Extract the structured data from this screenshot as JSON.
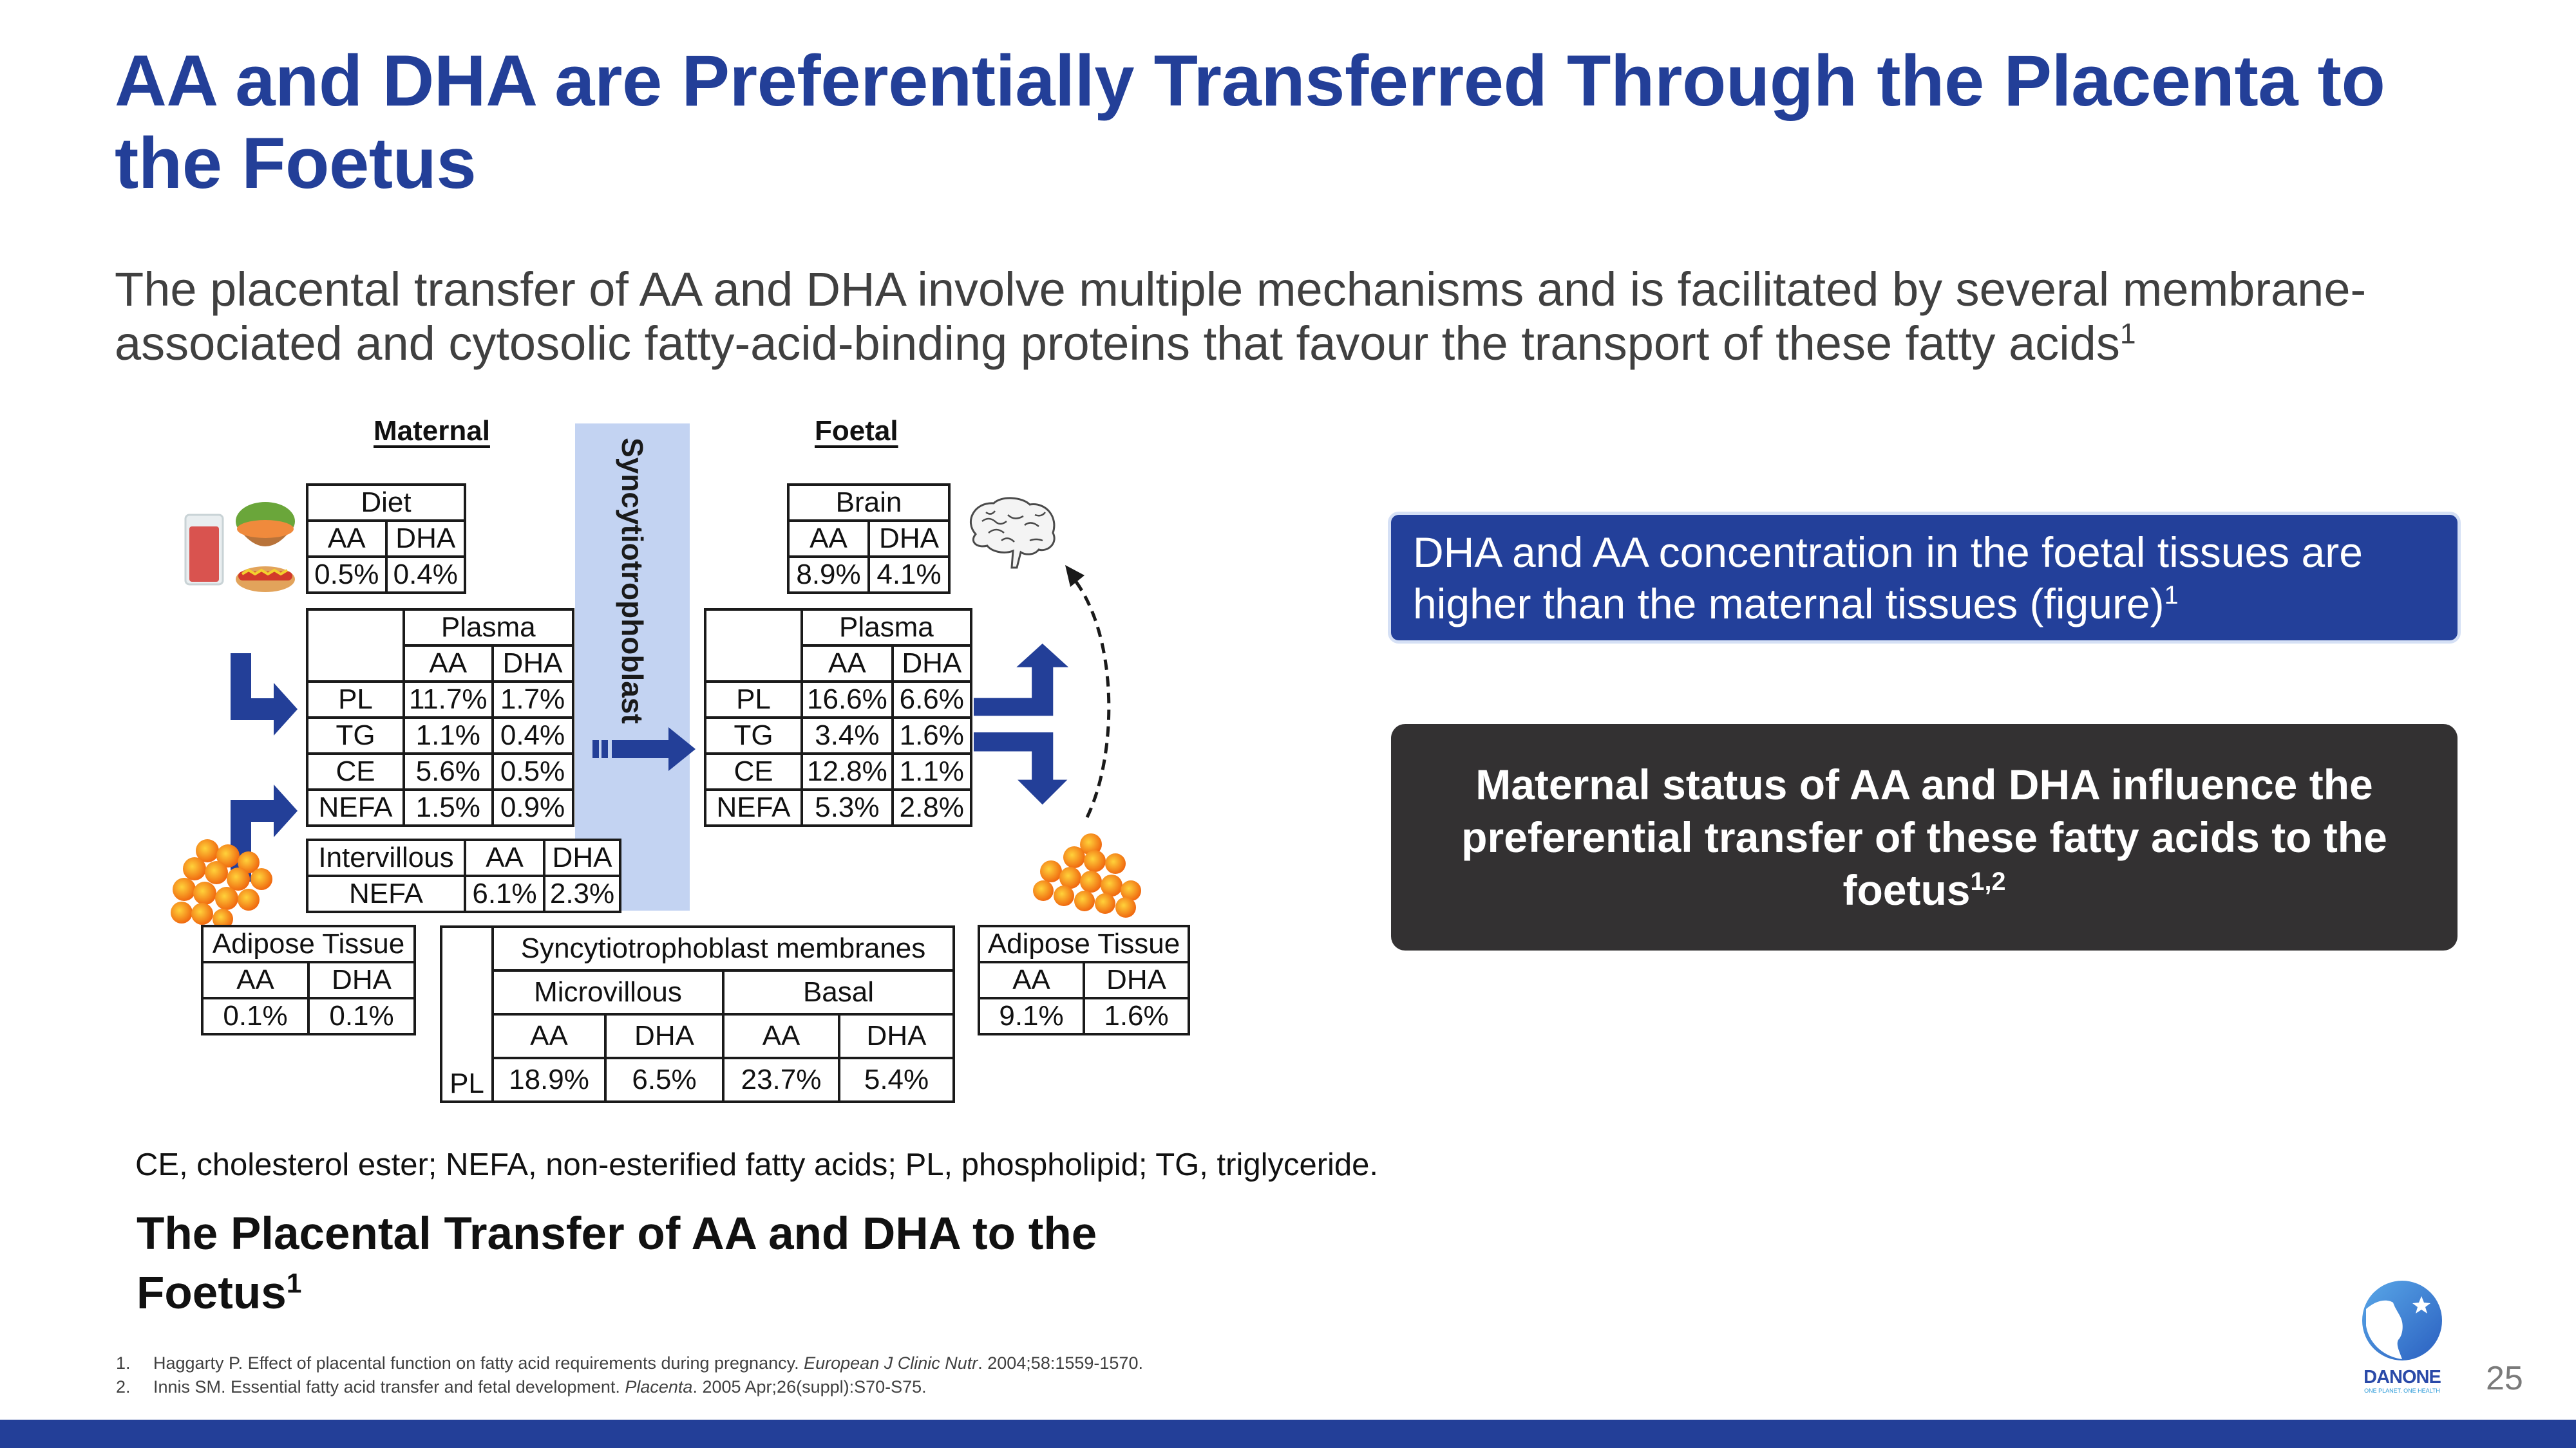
{
  "title": "AA and DHA are Preferentially Transferred Through the Placenta to the Foetus",
  "subtitle": {
    "text": "The placental transfer of AA and DHA involve multiple mechanisms and is facilitated by several membrane-associated and cytosolic fatty-acid-binding proteins that favour the transport of these fatty acids",
    "sup": "1"
  },
  "diagram": {
    "maternal_heading": "Maternal",
    "foetal_heading": "Foetal",
    "syncytiotrophoblast_label": "Syncytiotrophoblast",
    "icons": {
      "diet": "food-drink-icon",
      "maternal_adipose": "fat-cells-icon",
      "foetal_adipose": "fat-cells-icon",
      "brain": "brain-icon",
      "transfer_arrow": "right-arrow-icon",
      "dashed_arrow": "dashed-curved-arrow-icon"
    },
    "colors": {
      "arrow": "#233f98",
      "band": "#c3d3f2",
      "fat": "#f5a020"
    },
    "diet": {
      "title": "Diet",
      "cols": [
        "AA",
        "DHA"
      ],
      "values": [
        "0.5%",
        "0.4%"
      ]
    },
    "maternal_plasma": {
      "title": "Plasma",
      "cols": [
        "AA",
        "DHA"
      ],
      "rows": [
        {
          "label": "PL",
          "aa": "11.7%",
          "dha": "1.7%"
        },
        {
          "label": "TG",
          "aa": "1.1%",
          "dha": "0.4%"
        },
        {
          "label": "CE",
          "aa": "5.6%",
          "dha": "0.5%"
        },
        {
          "label": "NEFA",
          "aa": "1.5%",
          "dha": "0.9%"
        }
      ]
    },
    "intervillous": {
      "title": "Intervillous",
      "cols": [
        "AA",
        "DHA"
      ],
      "row_label": "NEFA",
      "values": [
        "6.1%",
        "2.3%"
      ]
    },
    "maternal_adipose": {
      "title": "Adipose Tissue",
      "cols": [
        "AA",
        "DHA"
      ],
      "values": [
        "0.1%",
        "0.1%"
      ]
    },
    "membranes": {
      "title": "Syncytiotrophoblast membranes",
      "groups": [
        "Microvillous",
        "Basal"
      ],
      "cols": [
        "AA",
        "DHA",
        "AA",
        "DHA"
      ],
      "row_label": "PL",
      "values": [
        "18.9%",
        "6.5%",
        "23.7%",
        "5.4%"
      ]
    },
    "brain": {
      "title": "Brain",
      "cols": [
        "AA",
        "DHA"
      ],
      "values": [
        "8.9%",
        "4.1%"
      ]
    },
    "foetal_plasma": {
      "title": "Plasma",
      "cols": [
        "AA",
        "DHA"
      ],
      "rows": [
        {
          "label": "PL",
          "aa": "16.6%",
          "dha": "6.6%"
        },
        {
          "label": "TG",
          "aa": "3.4%",
          "dha": "1.6%"
        },
        {
          "label": "CE",
          "aa": "12.8%",
          "dha": "1.1%"
        },
        {
          "label": "NEFA",
          "aa": "5.3%",
          "dha": "2.8%"
        }
      ]
    },
    "foetal_adipose": {
      "title": "Adipose Tissue",
      "cols": [
        "AA",
        "DHA"
      ],
      "values": [
        "9.1%",
        "1.6%"
      ]
    }
  },
  "callouts": {
    "blue": {
      "text": "DHA and AA concentration in the foetal tissues are higher than the maternal tissues (figure)",
      "sup": "1",
      "color": "#23409a"
    },
    "dark": {
      "text": "Maternal status of AA and DHA influence the preferential transfer of these fatty acids to the foetus",
      "sup": "1,2",
      "color": "#333132"
    }
  },
  "abbreviations": "CE, cholesterol ester; NEFA, non-esterified fatty acids; PL, phospholipid;  TG, triglyceride.",
  "figure_caption": {
    "text": "The Placental Transfer of AA and DHA to the Foetus",
    "sup": "1"
  },
  "references": [
    {
      "num": "1.",
      "text": "Haggarty P. Effect of placental function on fatty acid requirements during pregnancy. ",
      "journal": "European J Clinic Nutr",
      "details": ". 2004;58:1559-1570."
    },
    {
      "num": "2.",
      "text": "Innis SM. Essential fatty acid transfer and fetal development. ",
      "journal": "Placenta",
      "details": ". 2005 Apr;26(suppl):S70-S75."
    }
  ],
  "logo": {
    "brand": "DANONE",
    "tagline": "ONE PLANET. ONE HEALTH",
    "icon": "danone-logo-icon"
  },
  "page_number": "25",
  "brand_color": "#233f98"
}
